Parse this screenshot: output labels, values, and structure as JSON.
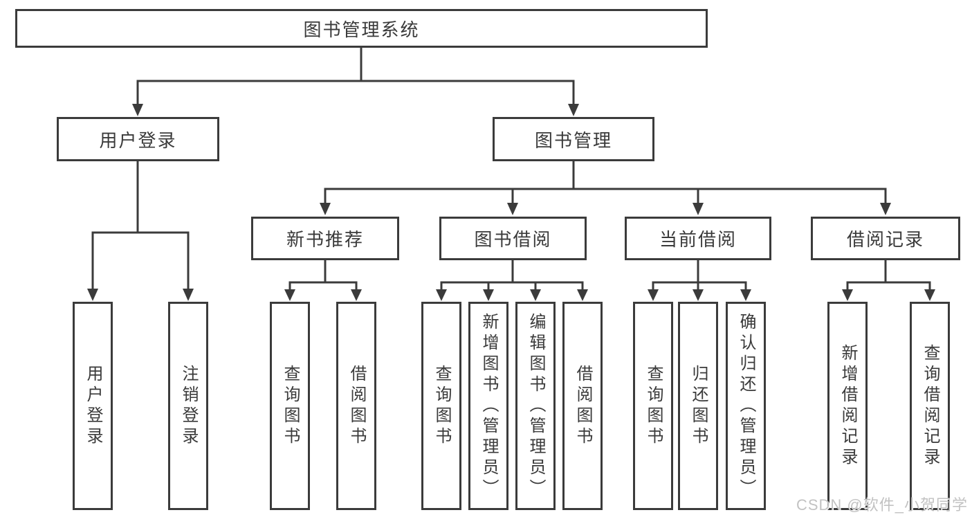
{
  "diagram": {
    "nodes": {
      "root": "图书管理系统",
      "user_login": "用户登录",
      "book_management": "图书管理",
      "new_book_recommend": "新书推荐",
      "book_borrow": "图书借阅",
      "current_borrow": "当前借阅",
      "borrow_records": "借阅记录",
      "leaf_user_login": "用户登录",
      "leaf_logout": "注销登录",
      "leaf_nbr_query_books": "查询图书",
      "leaf_nbr_borrow_books": "借阅图书",
      "leaf_bb_query_books": "查询图书",
      "leaf_bb_add_book_admin": "新增图书（管理员）",
      "leaf_bb_edit_book_admin": "编辑图书（管理员）",
      "leaf_bb_borrow_books": "借阅图书",
      "leaf_cb_query_books": "查询图书",
      "leaf_cb_return_books": "归还图书",
      "leaf_cb_confirm_return_admin": "确认归还（管理员）",
      "leaf_br_add_record": "新增借阅记录",
      "leaf_br_query_record": "查询借阅记录"
    },
    "structure": [
      {
        "parent": "图书管理系统",
        "children": [
          "用户登录",
          "图书管理"
        ]
      },
      {
        "parent": "用户登录",
        "children": [
          "用户登录",
          "注销登录"
        ]
      },
      {
        "parent": "图书管理",
        "children": [
          "新书推荐",
          "图书借阅",
          "当前借阅",
          "借阅记录"
        ]
      },
      {
        "parent": "新书推荐",
        "children": [
          "查询图书",
          "借阅图书"
        ]
      },
      {
        "parent": "图书借阅",
        "children": [
          "查询图书",
          "新增图书（管理员）",
          "编辑图书（管理员）",
          "借阅图书"
        ]
      },
      {
        "parent": "当前借阅",
        "children": [
          "查询图书",
          "归还图书",
          "确认归还（管理员）"
        ]
      },
      {
        "parent": "借阅记录",
        "children": [
          "新增借阅记录",
          "查询借阅记录"
        ]
      }
    ],
    "watermark": "CSDN @软件_小贺同学",
    "colors": {
      "line": "#3b3b3b",
      "text": "#3a3a3a",
      "box_bg": "#ffffff",
      "page_bg": "#ffffff",
      "watermark": "#c2c2c2"
    }
  }
}
